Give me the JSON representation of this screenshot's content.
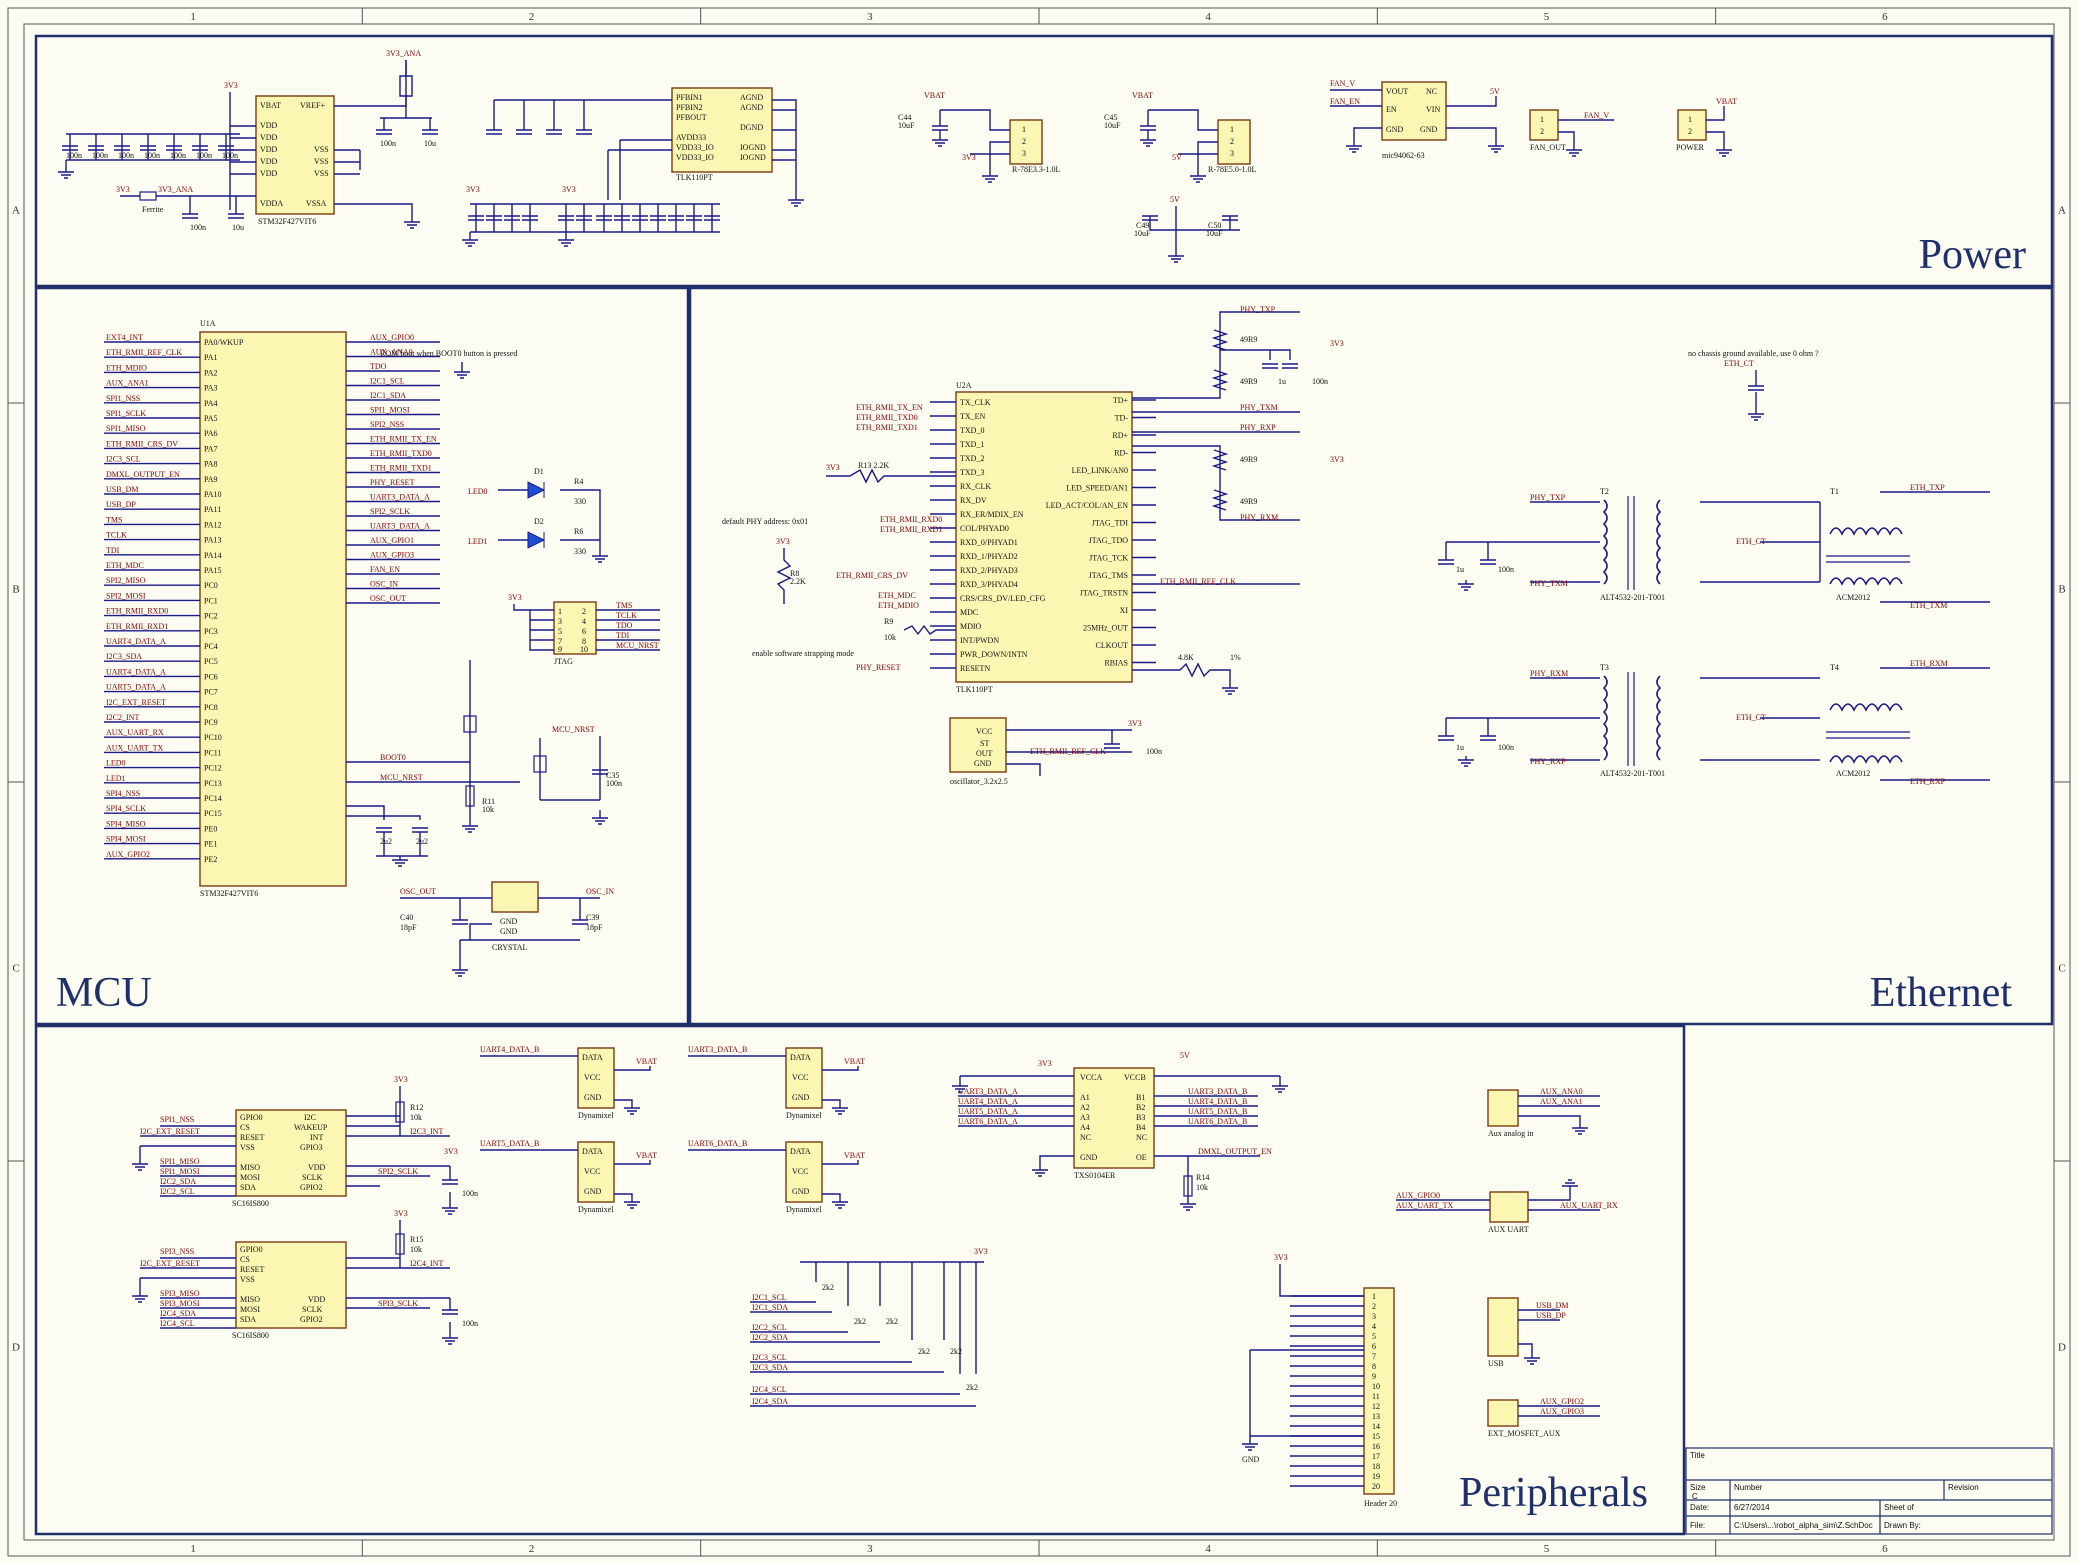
{
  "grid": {
    "columns": [
      "1",
      "2",
      "3",
      "4",
      "5",
      "6"
    ],
    "rows": [
      "A",
      "B",
      "C",
      "D"
    ]
  },
  "sections": {
    "power": "Power",
    "mcu": "MCU",
    "ethernet": "Ethernet",
    "peripherals": "Peripherals"
  },
  "power_parts": {
    "u1b": "STM32F427VIT6",
    "u2b": "TLK110PT",
    "u9": "R-78E3.3-1.0L",
    "u10": "R-78E5.0-1.0L",
    "u3": "mic94062-63",
    "fan_out": "FAN_OUT",
    "power_conn": "POWER",
    "ferrite": "Ferrite",
    "rail_3v3_ana": "3V3_ANA",
    "rail_3v3": "3V3",
    "rail_5v": "5V",
    "rail_vbat": "VBAT",
    "fan_v": "FAN_V",
    "fan_en": "FAN_EN",
    "c_100n": "100n",
    "c_10u": "10u",
    "c_10uf": "10uF"
  },
  "mcu_parts": {
    "u1a": "STM32F427VIT6",
    "u1a_ref": "U1A",
    "jtag": "JTAG",
    "crystal": "CRYSTAL",
    "led0": "LED0",
    "led1": "LED1",
    "boot_note": "ROM boot when BOOT0 button is pressed",
    "boot0": "BOOT0",
    "mcu_nrst": "MCU_NRST",
    "osc_in": "OSC_IN",
    "osc_out": "OSC_OUT",
    "c_18pf": "18pF",
    "r_10k": "10k",
    "r_330": "330"
  },
  "mcu_left_nets": [
    "EXT4_INT",
    "ETH_RMII_REF_CLK",
    "ETH_MDIO",
    "AUX_ANA1",
    "SPI1_NSS",
    "SPI1_SCLK",
    "SPI1_MISO",
    "ETH_RMII_CRS_DV",
    "I2C3_SCL",
    "DMXL_OUTPUT_EN",
    "USB_DM",
    "USB_DP",
    "TMS",
    "TCLK",
    "TDI",
    "ETH_MDC",
    "SPI2_MISO",
    "SPI2_MOSI",
    "ETH_RMII_RXD0",
    "ETH_RMII_RXD1",
    "UART4_DATA_A",
    "I2C3_SDA",
    "UART4_DATA_A",
    "UART5_DATA_A",
    "I2C_EXT_RESET",
    "I2C2_INT",
    "AUX_UART_RX",
    "AUX_UART_TX",
    "LED0",
    "LED1",
    "SPI4_NSS",
    "SPI4_SCLK",
    "SPI4_MISO",
    "SPI4_MOSI",
    "AUX_GPIO2"
  ],
  "mcu_right_nets": [
    "AUX_GPIO0",
    "AUX_ANA0",
    "TDO",
    "I2C1_SCL",
    "I2C1_SDA",
    "SPI1_MOSI",
    "SPI2_NSS",
    "ETH_RMII_TX_EN",
    "ETH_RMII_TXD0",
    "ETH_RMII_TXD1",
    "PHY_RESET",
    "UART3_DATA_A",
    "SPI2_SCLK",
    "UART3_DATA_A",
    "AUX_GPIO1",
    "AUX_GPIO3",
    "FAN_EN",
    "OSC_IN",
    "OSC_OUT"
  ],
  "eth_parts": {
    "u2a": "TLK110PT",
    "u2a_ref": "U2A",
    "phy_addr": "default PHY address: 0x01",
    "strap": "enable software strapping mode",
    "oscillator": "oscillator_3.2x2.5",
    "t_part": "ALT4532-201-T001",
    "choke": "ACM2012",
    "chassis_note": "no chassis ground available, use 0 ohm ?",
    "r_49r9": "49R9",
    "r_2k2": "2.2K",
    "r_4k8": "4.8K",
    "r_10k": "10k",
    "r_1pct": "1%",
    "c_1u": "1u",
    "c_100n": "100n",
    "eth_ct": "ETH_CT"
  },
  "eth_pins_left": [
    "TX_CLK",
    "TX_EN",
    "TXD_0",
    "TXD_1",
    "TXD_2",
    "TXD_3",
    "RX_CLK",
    "RX_DV",
    "RX_ER/MDIX_EN",
    "COL/PHYAD0",
    "RXD_0/PHYAD1",
    "RXD_1/PHYAD2",
    "RXD_2/PHYAD3",
    "RXD_3/PHYAD4",
    "CRS/CRS_DV/LED_CFG",
    "MDC",
    "MDIO",
    "INT/PWDN",
    "PWR_DOWN/INTN",
    "RESETN"
  ],
  "eth_pins_right": [
    "TD+",
    "TD-",
    "RD+",
    "RD-",
    "LED_LINK/AN0",
    "LED_SPEED/AN1",
    "LED_ACT/COL/AN_EN",
    "JTAG_TDI",
    "JTAG_TDO",
    "JTAG_TCK",
    "JTAG_TMS",
    "JTAG_TRSTN",
    "XI",
    "25MHz_OUT",
    "CLKOUT",
    "RBIAS"
  ],
  "eth_nets": {
    "phy_txp": "PHY_TXP",
    "phy_txm": "PHY_TXM",
    "phy_rxp": "PHY_RXP",
    "phy_rxm": "PHY_RXM",
    "eth_txp": "ETH_TXP",
    "eth_txm": "ETH_TXM",
    "eth_rxp": "ETH_RXP",
    "eth_rxm": "ETH_RXM",
    "rmii_ref": "ETH_RMII_REF_CLK",
    "eth_mdc": "ETH_MDC",
    "eth_mdio": "ETH_MDIO",
    "phy_reset": "PHY_RESET",
    "crs_dv": "ETH_RMII_CRS_DV"
  },
  "periph_parts": {
    "u6": "SC16IS800",
    "u7": "SC16IS800",
    "u5": "TXS0104ER",
    "dynamixel": "Dynamixel",
    "header20": "Header 20",
    "aux_analog": "Aux analog in",
    "aux_uart": "AUX UART",
    "usb": "USB",
    "ext_mosfet": "EXT_MOSFET_AUX",
    "dmxl_output_en": "DMXL_OUTPUT_EN",
    "uart3_data_b": "UART3_DATA_B",
    "uart4_data_b": "UART4_DATA_B",
    "uart5_data_b": "UART5_DATA_B",
    "uart6_data_b": "UART6_DATA_B",
    "r_2k2": "2k2",
    "r_10k": "10k",
    "c_100n": "100n"
  },
  "title_block": {
    "title_label": "Title",
    "size_label": "Size",
    "size_value": "C",
    "number_label": "Number",
    "revision_label": "Revision",
    "date_label": "Date:",
    "date_value": "6/27/2014",
    "file_label": "File:",
    "file_value": "C:\\Users\\...\\robot_alpha_sim\\Z.SchDoc",
    "sheet_label": "Sheet   of",
    "drawn_label": "Drawn By:"
  }
}
